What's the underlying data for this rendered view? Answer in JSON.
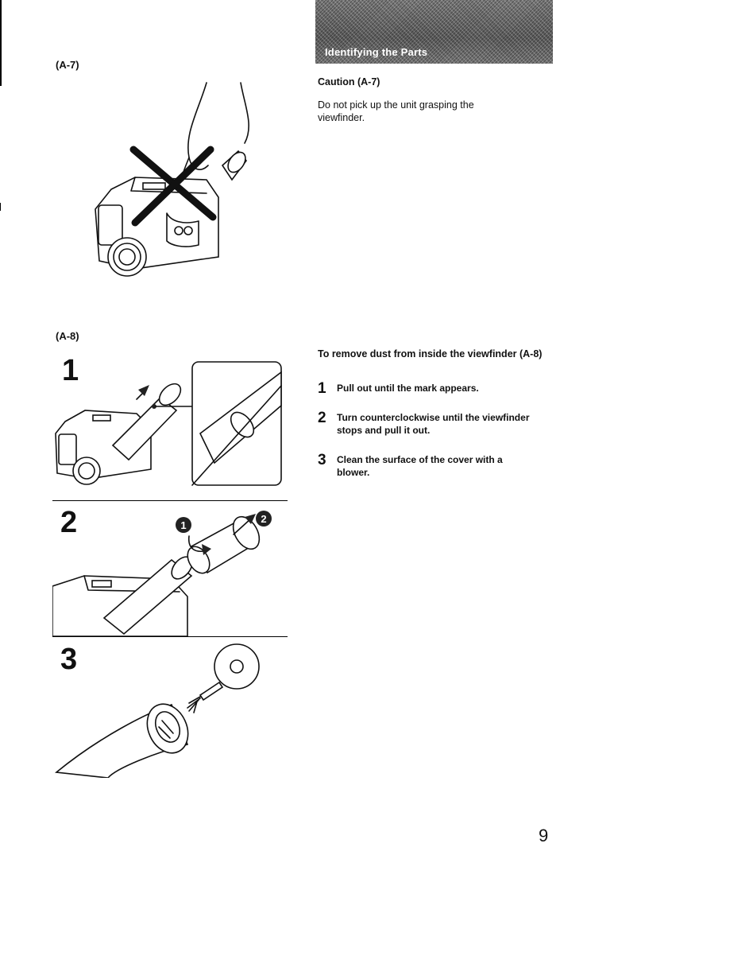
{
  "header": {
    "section_title": "Identifying the Parts"
  },
  "figures": {
    "a7_label": "(A-7)",
    "a8_label": "(A-8)",
    "step_numbers": [
      "1",
      "2",
      "3"
    ],
    "circled_markers": [
      "1",
      "2"
    ]
  },
  "caution": {
    "heading": "Caution (A-7)",
    "text": "Do not pick up the unit grasping the viewfinder."
  },
  "dust": {
    "heading": "To remove dust from inside the viewfinder (A-8)",
    "steps": [
      {
        "num": "1",
        "text": "Pull out until the mark appears."
      },
      {
        "num": "2",
        "text": "Turn counterclockwise until the viewfinder stops and pull it out."
      },
      {
        "num": "3",
        "text": "Clean the surface of the cover with a blower."
      }
    ]
  },
  "page_number": "9"
}
